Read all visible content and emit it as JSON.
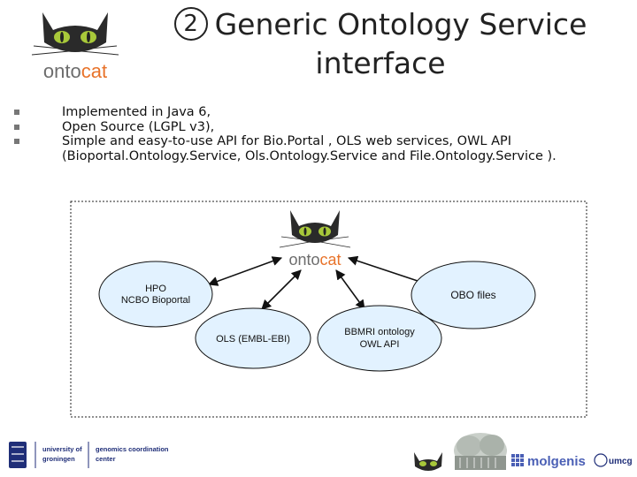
{
  "header": {
    "number": "2",
    "title_line1": "Generic Ontology Service",
    "title_line2": "interface"
  },
  "logo": {
    "wordmark_prefix": "onto",
    "wordmark_suffix": "cat"
  },
  "bullets": [
    "Implemented in Java 6,",
    "Open Source (LGPL v3),",
    "Simple and easy-to-use API for Bio.Portal , OLS web services,  OWL API",
    "(Bioportal.Ontology.Service, Ols.Ontology.Service and File.Ontology.Service )."
  ],
  "diagram": {
    "nodes": {
      "hpo_line1": "HPO",
      "hpo_line2": "NCBO Bioportal",
      "obo": "OBO files",
      "ols": "OLS (EMBL-EBI)",
      "bbmri_line1": "BBMRI ontology",
      "bbmri_line2": "OWL API"
    }
  },
  "footer": {
    "univ_line1": "university of",
    "univ_line2": "groningen",
    "gcc_line1": "genomics coordination",
    "gcc_line2": "center",
    "molgenis": "molgenis",
    "umcg": "umcg"
  },
  "colors": {
    "node_fill": "#e2f2ff",
    "node_stroke": "#111111",
    "cat_eye": "#a8c83a",
    "onto_gray": "#6d6d6d",
    "cat_orange": "#e8732a",
    "footer_blue": "#1f2e78",
    "molgenis_blue": "#4a5fb5"
  }
}
